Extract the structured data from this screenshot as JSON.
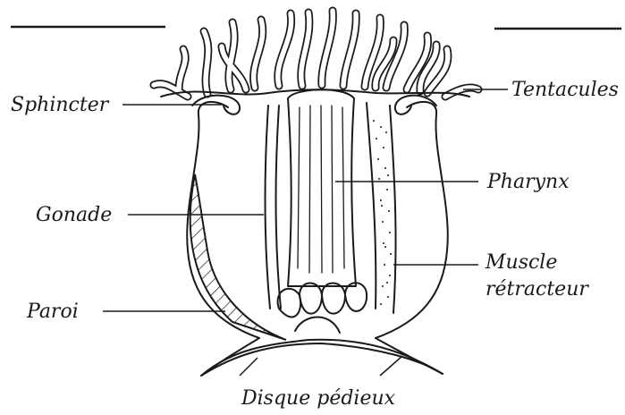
{
  "labels": {
    "sphincter": "Sphincter",
    "tentacules": "Tentacules",
    "pharynx": "Pharynx",
    "gonade": "Gonade",
    "muscle_line1": "Muscle",
    "muscle_line2": "rétracteur",
    "paroi": "Paroi",
    "disque": "Disque pédieux"
  }
}
